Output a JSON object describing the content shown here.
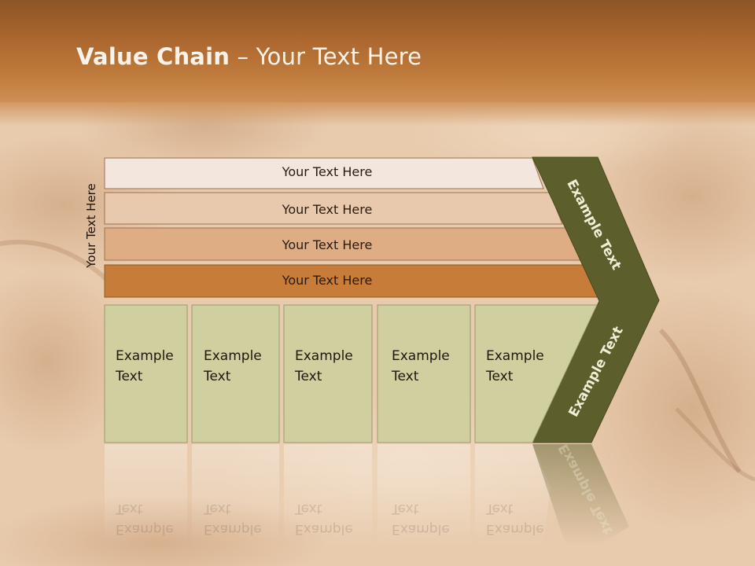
{
  "title": {
    "bold": "Value Chain",
    "rest": " – Your Text Here"
  },
  "side_label": "Your Text Here",
  "bars": [
    {
      "label": "Your Text Here",
      "color": "#f3e6dc"
    },
    {
      "label": "Your Text Here",
      "color": "#e9c9ad"
    },
    {
      "label": "Your Text Here",
      "color": "#dfad83"
    },
    {
      "label": "Your Text Here",
      "color": "#c87c3a"
    }
  ],
  "boxes": [
    {
      "line1": "Example",
      "line2": "Text"
    },
    {
      "line1": "Example",
      "line2": "Text"
    },
    {
      "line1": "Example",
      "line2": "Text"
    },
    {
      "line1": "Example",
      "line2": "Text"
    },
    {
      "line1": "Example",
      "line2": "Text"
    }
  ],
  "chevron": {
    "upper_label": "Example Text",
    "lower_label": "Example Text",
    "color": "#5c5e2b"
  },
  "colors": {
    "box_fill": "#cfcfa0",
    "title_text": "#fbf3ea"
  }
}
